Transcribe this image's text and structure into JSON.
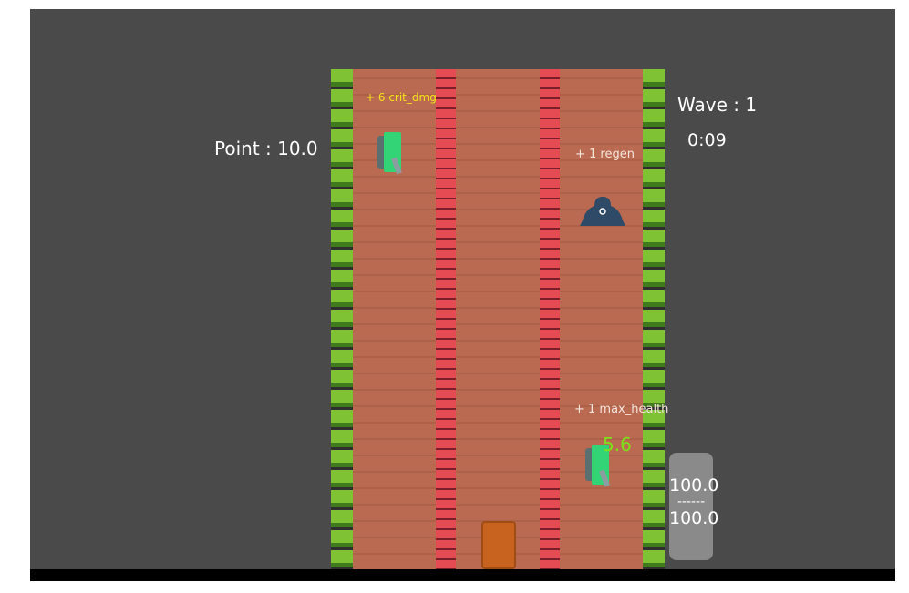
{
  "hud": {
    "points": "Point : 10.0",
    "wave": "Wave : 1",
    "timer": "0:09"
  },
  "floating": {
    "crit": "+ 6 crit_dmg",
    "regen": "+ 1 regen",
    "max_health": "+ 1 max_health",
    "damage": "5.6"
  },
  "health": {
    "current": "100.0",
    "separator": "------",
    "max": "100.0"
  },
  "colors": {
    "crit": "#f5e21a",
    "damage": "#7ee21a",
    "text": "#ffffff"
  }
}
